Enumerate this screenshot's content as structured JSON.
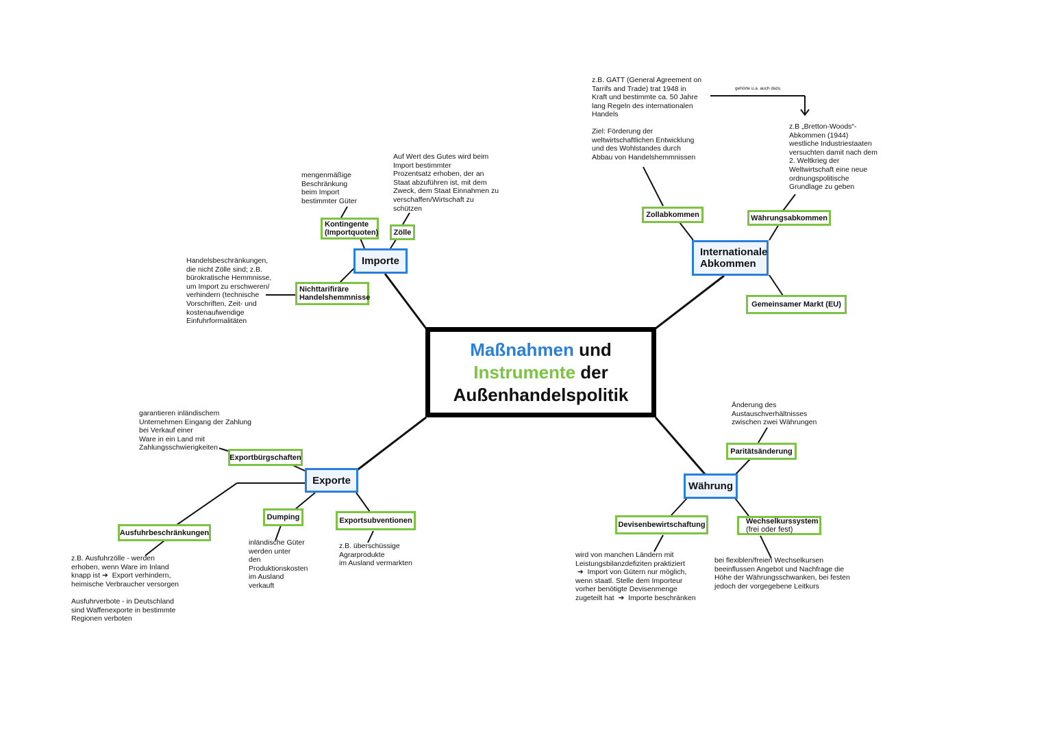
{
  "title": {
    "word1": "Maßnahmen",
    "word2": " und",
    "word3": "Instrumente",
    "word4": " der",
    "word5": "Außenhandelspolitik"
  },
  "branches": {
    "importe": "Importe",
    "exporte": "Exporte",
    "intl": {
      "line1": "Internationale",
      "line2": "Abkommen"
    },
    "waehrung": "Währung"
  },
  "importe": {
    "kontingente": {
      "line1": "Kontingente",
      "line2": "(Importquoten)"
    },
    "zoelle": "Zölle",
    "nichttarifaer": {
      "line1": "Nichttarifiräre",
      "line2": "Handelshemmnisse"
    },
    "note_kontingente": "mengenmäßige\nBeschränkung\nbeim Import\nbestimmter Güter",
    "note_zoelle": "Auf Wert des Gutes wird beim\nImport bestimmter\nProzentsatz erhoben, der an\nStaat abzuführen ist, mit dem\nZweck, dem Staat Einnahmen zu\nverschaffen/Wirtschaft zu\nschützen",
    "note_nichttarifaer": "Handelsbeschränkungen,\ndie nicht Zölle sind; z.B.\nbürokratische Hemmnisse,\num Import zu erschweren/\nverhindern (technische\nVorschriften, Zeit- und\nkostenaufwendige\nEinfuhrformalitäten"
  },
  "intl": {
    "zollabkommen": "Zollabkommen",
    "waehrungsabkommen": "Währungsabkommen",
    "gemeinsamer_markt": "Gemeinsamer Markt (EU)",
    "note_gatt": "z.B. GATT (General Agreement on\nTarrifs and Trade) trat 1948 in\nKraft und bestimmte ca. 50 Jahre\nlang Regeln des internationalen\nHandels",
    "note_ziel": "Ziel: Förderung der\nweltwirtschaftlichen Entwicklung\nund des Wohlstandes durch\nAbbau von Handelshemmnissen",
    "arrow_label": "gehörte u.a. auch dazu",
    "note_bretton": "z.B „Bretton-Woods“-\nAbkommen (1944)\nwestliche Industriestaaten\nversuchten damit nach dem\n2. Weltkrieg der\nWeltwirtschaft eine neue\nordnungspolitische\nGrundlage zu geben"
  },
  "exporte": {
    "buergschaften": "Exportbürgschaften",
    "dumping": "Dumping",
    "subventionen": "Exportsubventionen",
    "ausfuhr": "Ausfuhrbeschränkungen",
    "note_buergschaften": "garantieren inländischem\nUnternehmen Eingang der Zahlung\nbei Verkauf einer\nWare in ein Land mit\nZahlungsschwierigkeiten",
    "note_dumping": "inländische Güter\nwerden unter\nden\nProduktionskosten\nim Ausland\nverkauft",
    "note_subventionen": "z.B. überschüssige\nAgrarprodukte\nim Ausland vermarkten",
    "note_ausfuhr": "z.B. Ausfuhrzölle - werden\nerhoben, wenn Ware im Inland\nknapp ist ➔  Export verhindern,\nheimische Verbraucher versorgen\n\nAusfuhrverbote - in Deutschland\nsind Waffenexporte in bestimmte\nRegionen verboten"
  },
  "waehrung": {
    "paritaet": "Paritätsänderung",
    "devisen": "Devisenbewirtschaftung",
    "wechselkurs": {
      "line1": "Wechselkurssystem",
      "line2": "(frei oder fest)"
    },
    "note_paritaet": "Änderung des\nAustauschverhältnisses\nzwischen zwei Währungen",
    "note_devisen": "wird von manchen Ländern mit\nLeistungsbilanzdefiziten praktiziert\n ➔  Import von Gütern nur möglich,\nwenn staatl. Stelle dem Importeur\nvorher benötigte Devisenmenge\nzugeteilt hat  ➔  Importe beschränken",
    "note_wechselkurs": "bei flexiblen/freien Wechselkursen\nbeeinflussen Angebot und Nachfrage die\nHöhe der Währungsschwanken, bei festen\njedoch der vorgegebene Leitkurs"
  },
  "colors": {
    "accent_blue": "#2a7fd8",
    "accent_green": "#7cc243",
    "frame": "#000000"
  }
}
